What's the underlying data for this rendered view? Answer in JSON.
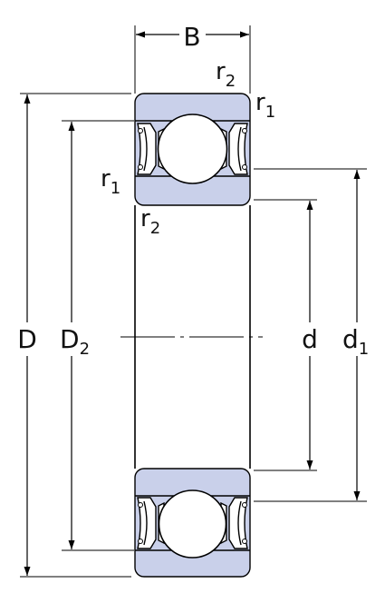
{
  "diagram": {
    "colors": {
      "ring_fill": "#c9d0ea",
      "ball_fill": "#ffffff",
      "line": "#000000",
      "background": "#ffffff"
    },
    "labels": {
      "B": "B",
      "D": "D",
      "D2_main": "D",
      "D2_sub": "2",
      "d": "d",
      "d1_main": "d",
      "d1_sub": "1",
      "r1_main": "r",
      "r1_sub": "1",
      "r2_main": "r",
      "r2_sub": "2"
    }
  }
}
